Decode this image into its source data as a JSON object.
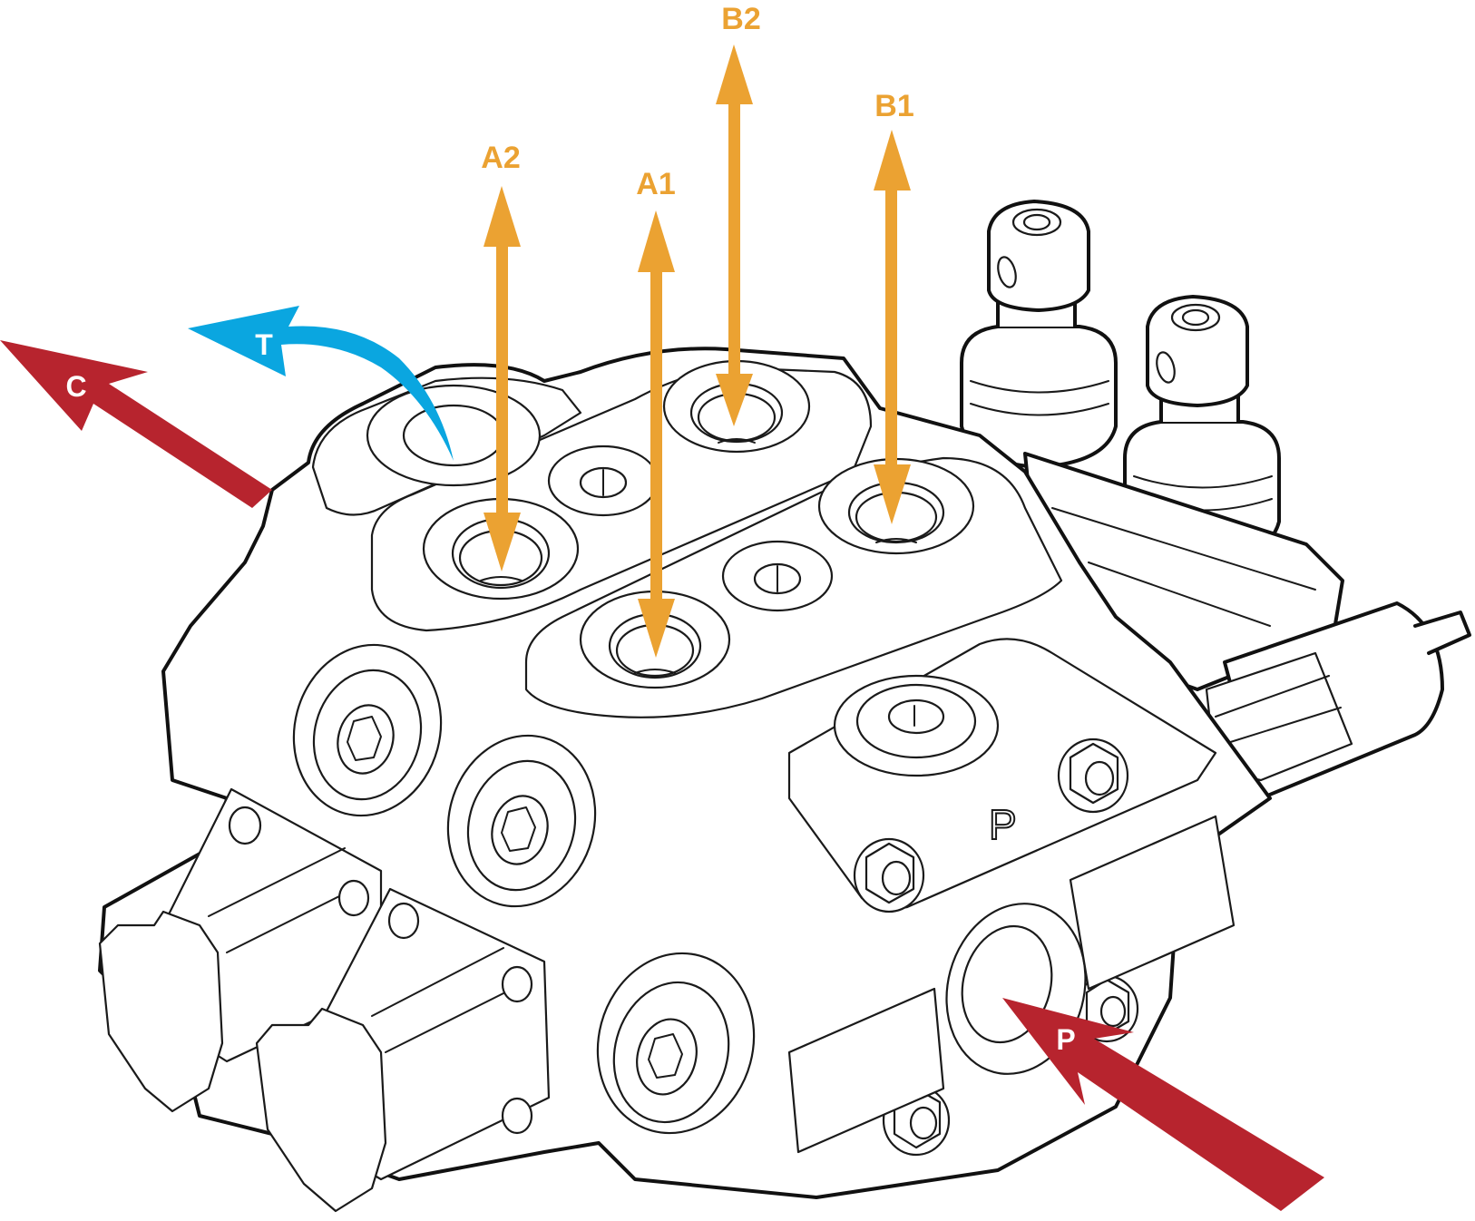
{
  "diagram": {
    "subject": "Two-spool hydraulic directional control valve",
    "colors": {
      "work_port_arrow": "#EBA232",
      "tank_arrow": "#0AA6E0",
      "pressure_arrow": "#B7242E",
      "outline": "#1a1a1a",
      "background": "#ffffff"
    },
    "work_ports": [
      {
        "id": "A2",
        "label": "A2",
        "flow": "bidirectional"
      },
      {
        "id": "A1",
        "label": "A1",
        "flow": "bidirectional"
      },
      {
        "id": "B2",
        "label": "B2",
        "flow": "bidirectional"
      },
      {
        "id": "B1",
        "label": "B1",
        "flow": "bidirectional"
      }
    ],
    "flow_arrows": {
      "tank": {
        "label": "T",
        "direction": "out"
      },
      "carry_over": {
        "label": "C",
        "direction": "out"
      },
      "pressure": {
        "label": "P",
        "direction": "in"
      }
    },
    "body_markings": {
      "inlet_emboss": "P"
    }
  }
}
